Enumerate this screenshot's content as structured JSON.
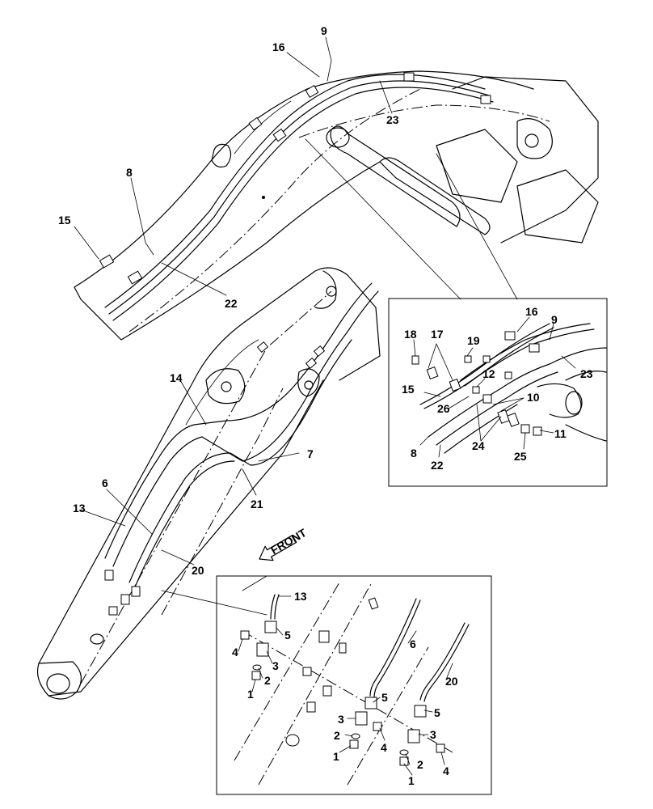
{
  "callouts": [
    {
      "id": "c-9",
      "text": "9"
    },
    {
      "id": "c-16",
      "text": "16"
    },
    {
      "id": "c-23",
      "text": "23"
    },
    {
      "id": "c-8",
      "text": "8"
    },
    {
      "id": "c-15",
      "text": "15"
    },
    {
      "id": "c-22",
      "text": "22"
    },
    {
      "id": "c-14",
      "text": "14"
    },
    {
      "id": "c-7",
      "text": "7"
    },
    {
      "id": "c-21",
      "text": "21"
    },
    {
      "id": "c-6",
      "text": "6"
    },
    {
      "id": "c-13",
      "text": "13"
    },
    {
      "id": "c-20",
      "text": "20"
    },
    {
      "id": "d1-16",
      "text": "16"
    },
    {
      "id": "d1-9",
      "text": "9"
    },
    {
      "id": "d1-18",
      "text": "18"
    },
    {
      "id": "d1-17",
      "text": "17"
    },
    {
      "id": "d1-19",
      "text": "19"
    },
    {
      "id": "d1-12",
      "text": "12"
    },
    {
      "id": "d1-23",
      "text": "23"
    },
    {
      "id": "d1-15",
      "text": "15"
    },
    {
      "id": "d1-26",
      "text": "26"
    },
    {
      "id": "d1-10",
      "text": "10"
    },
    {
      "id": "d1-11",
      "text": "11"
    },
    {
      "id": "d1-8",
      "text": "8"
    },
    {
      "id": "d1-22",
      "text": "22"
    },
    {
      "id": "d1-24",
      "text": "24"
    },
    {
      "id": "d1-25",
      "text": "25"
    },
    {
      "id": "d2-13",
      "text": "13"
    },
    {
      "id": "d2-5a",
      "text": "5"
    },
    {
      "id": "d2-4a",
      "text": "4"
    },
    {
      "id": "d2-3a",
      "text": "3"
    },
    {
      "id": "d2-2a",
      "text": "2"
    },
    {
      "id": "d2-1a",
      "text": "1"
    },
    {
      "id": "d2-6",
      "text": "6"
    },
    {
      "id": "d2-20",
      "text": "20"
    },
    {
      "id": "d2-5b",
      "text": "5"
    },
    {
      "id": "d2-5c",
      "text": "5"
    },
    {
      "id": "d2-3b",
      "text": "3"
    },
    {
      "id": "d2-3c",
      "text": "3"
    },
    {
      "id": "d2-2b",
      "text": "2"
    },
    {
      "id": "d2-4b",
      "text": "4"
    },
    {
      "id": "d2-1b",
      "text": "1"
    },
    {
      "id": "d2-2c",
      "text": "2"
    },
    {
      "id": "d2-4c",
      "text": "4"
    },
    {
      "id": "d2-1c",
      "text": "1"
    }
  ],
  "front_arrow": {
    "text": "FRONT"
  }
}
